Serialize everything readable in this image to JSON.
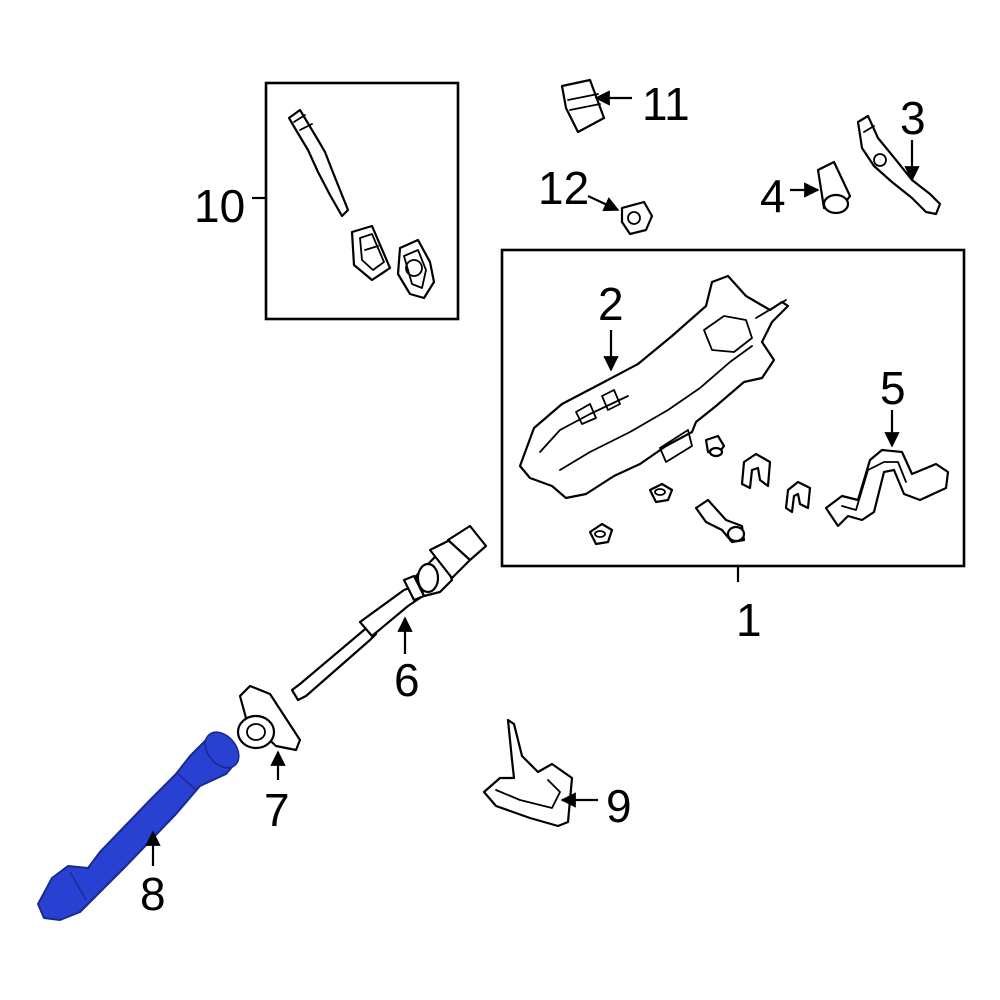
{
  "callouts": {
    "c1": "1",
    "c2": "2",
    "c3": "3",
    "c4": "4",
    "c5": "5",
    "c6": "6",
    "c7": "7",
    "c8": "8",
    "c9": "9",
    "c10": "10",
    "c11": "11",
    "c12": "12"
  },
  "colors": {
    "highlight": "#2941d3",
    "line": "#000000",
    "background": "#ffffff"
  },
  "highlighted_part": "8"
}
